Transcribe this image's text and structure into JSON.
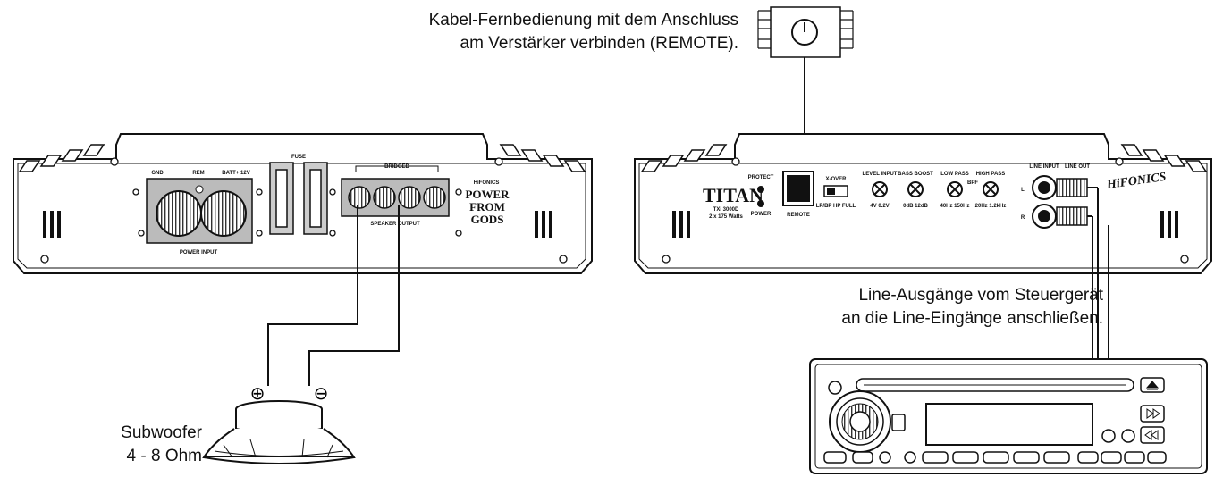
{
  "captions": {
    "remote_line1": "Kabel-Fernbedienung mit dem Anschluss",
    "remote_line2": "am Verstärker verbinden (REMOTE).",
    "line_line1": "Line-Ausgänge vom Steuergerät",
    "line_line2": "an die Line-Eingänge anschließen.",
    "sub_line1": "Subwoofer",
    "sub_line2": "4 - 8 Ohm"
  },
  "left_amp": {
    "gnd": "GND",
    "rem": "REM",
    "batt": "BATT+ 12V",
    "power_input": "POWER INPUT",
    "fuse": "FUSE",
    "bridged": "BRIDGED",
    "speaker_output": "SPEAKER OUTPUT",
    "brand_small": "HiFONICS",
    "brand_big": [
      "POWER",
      "FROM",
      "GODS"
    ]
  },
  "right_amp": {
    "model": "TITAN",
    "model_sub": "TXi 3000D",
    "model_sub2": "2 x 175 Watts",
    "protect": "PROTECT",
    "power": "POWER",
    "remote": "REMOTE",
    "xover": "X-OVER",
    "xover_opts": "LP/BP HP FULL",
    "level": "LEVEL INPUT",
    "level_range": "4V 0.2V",
    "bass": "BASS BOOST",
    "bass_range": "0dB 12dB",
    "lowpass": "LOW PASS",
    "lowpass_range": "40Hz 150Hz",
    "bpf": "BPF",
    "highpass": "HIGH PASS",
    "highpass_range": "20Hz 1.2kHz",
    "line_input": "LINE INPUT",
    "line_out": "LINE OUT",
    "ch_l": "L",
    "ch_r": "R",
    "brand": "HiFONICS"
  },
  "subwoofer": {
    "plus": "⊕",
    "minus": "⊖"
  }
}
